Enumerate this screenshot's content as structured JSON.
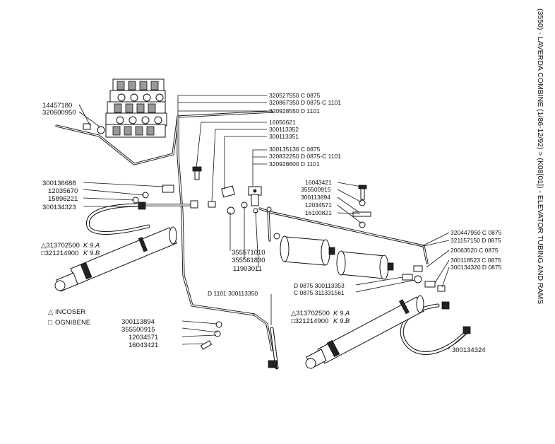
{
  "title": "(3550) - LAVERDA COMBINE (1/86-12/92) > (K08[01]) - ELEVATOR TUBING AND RAMS",
  "legend": {
    "incoser": "INCOSER",
    "ognibene": "OGNIBENE",
    "triangle": "△",
    "square": "□"
  },
  "labels": {
    "l1": "14457180",
    "l2": "320600950",
    "l3": "320527550 C 0875",
    "l4": "320867350 D 0875-C 1101",
    "l5": "320928550 D 1101",
    "l6": "16050621",
    "l7": "300113352",
    "l8": "300113351",
    "l9": "300135136 C 0875",
    "l10": "320832250 D 0875-C 1101",
    "l11": "320928600 D 1101",
    "l12": "300136688",
    "l13": "12035670",
    "l14": "15896221",
    "l15": "300134323",
    "l16": "16043421",
    "l17": "355500915",
    "l18": "300113894",
    "l19": "12034571",
    "l20": "16100821",
    "l21": "320447950 C 0875",
    "l22": "321157150 D 0875",
    "l23": "20063520 C 0875",
    "l24": "300118523 C 0875",
    "l25": "300134320 D 0875",
    "l26": "355571010",
    "l27": "355561830",
    "l28": "11903011",
    "l29": "D 0875  300113353",
    "l30": "C 0875  311331561",
    "l31": "D 1101  300113350",
    "l32": "300113894",
    "l33": "355500915",
    "l34": "12034571",
    "l35": "16043421",
    "l36": "300134324",
    "ram_left_a": "△313702500",
    "ram_left_a_ref": "K 9.A",
    "ram_left_b": "□321214900",
    "ram_left_b_ref": "K 9.B",
    "ram_right_a": "△313702500",
    "ram_right_a_ref": "K 9.A",
    "ram_right_b": "□321214900",
    "ram_right_b_ref": "K 9.B"
  }
}
